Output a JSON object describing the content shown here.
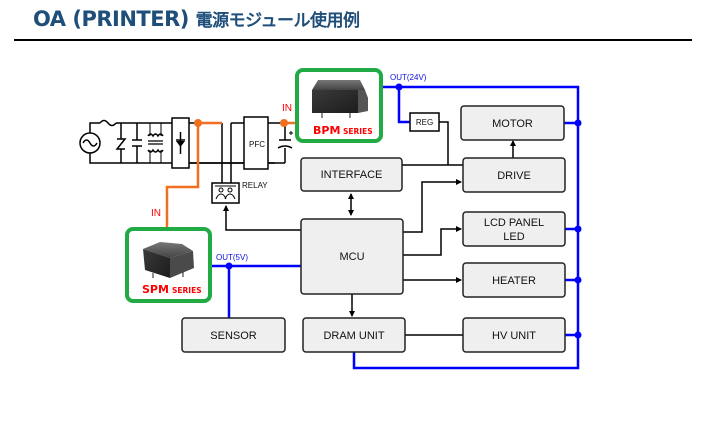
{
  "header": {
    "title_en": "OA (PRINTER)",
    "title_jp": "電源モジュール使用例"
  },
  "colors": {
    "title": "#1f4e79",
    "bus_blue": "#0000ff",
    "input_orange": "#f07020",
    "module_border_green": "#22aa44",
    "label_red": "#ff0000",
    "block_fill": "#efefef"
  },
  "modules": {
    "bpm": {
      "name": "BPM",
      "suffix": "SERIES",
      "input_label": "IN",
      "output_label": "OUT(24V)"
    },
    "spm": {
      "name": "SPM",
      "suffix": "SERIES",
      "input_label": "IN",
      "output_label": "OUT(5V)"
    }
  },
  "input_circuit": {
    "pfc_label": "PFC",
    "relay_label": "RELAY",
    "reg_label": "REG"
  },
  "blocks": {
    "interface": "INTERFACE",
    "mcu": "MCU",
    "dram_unit": "DRAM UNIT",
    "sensor": "SENSOR",
    "motor": "MOTOR",
    "drive": "DRIVE",
    "lcd_line1": "LCD PANEL",
    "lcd_line2": "LED",
    "heater": "HEATER",
    "hv_unit": "HV UNIT"
  }
}
